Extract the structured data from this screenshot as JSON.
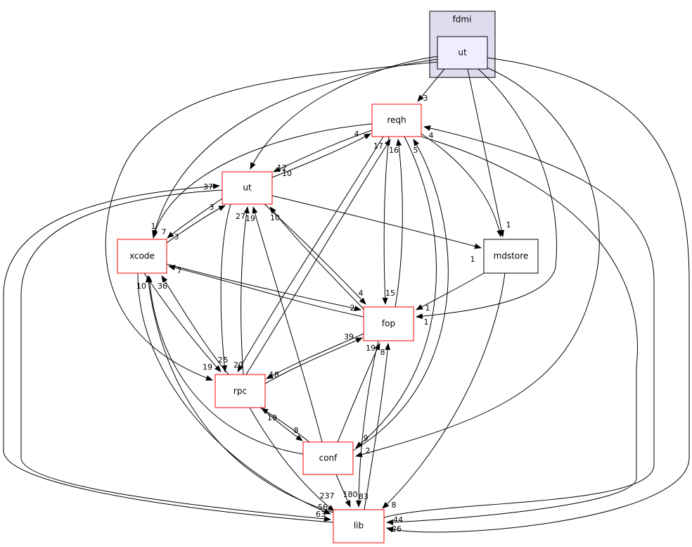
{
  "cluster": {
    "label": "fdmi",
    "fill": "#ddddee"
  },
  "nodes": {
    "fdmi_ut": {
      "label": "ut",
      "fill": "#eeeeff",
      "border": "#000000"
    },
    "reqh": {
      "label": "reqh"
    },
    "ut": {
      "label": "ut"
    },
    "xcode": {
      "label": "xcode"
    },
    "mdstore": {
      "label": "mdstore",
      "border": "#000000"
    },
    "fop": {
      "label": "fop"
    },
    "rpc": {
      "label": "rpc"
    },
    "conf": {
      "label": "conf"
    },
    "lib": {
      "label": "lib"
    }
  },
  "node_border_color": "#ff0000",
  "edge_labels": [
    "3",
    "4",
    "4",
    "17",
    "16",
    "5",
    "12",
    "10",
    "37",
    "3",
    "27",
    "19",
    "10",
    "1",
    "7",
    "3",
    "1",
    "1",
    "7",
    "10",
    "36",
    "4",
    "15",
    "2",
    "1",
    "1",
    "39",
    "19",
    "8",
    "2",
    "5",
    "20",
    "19",
    "18",
    "19",
    "8",
    "9",
    "2",
    "237",
    "180",
    "83",
    "8",
    "56",
    "63",
    "44",
    "26"
  ]
}
